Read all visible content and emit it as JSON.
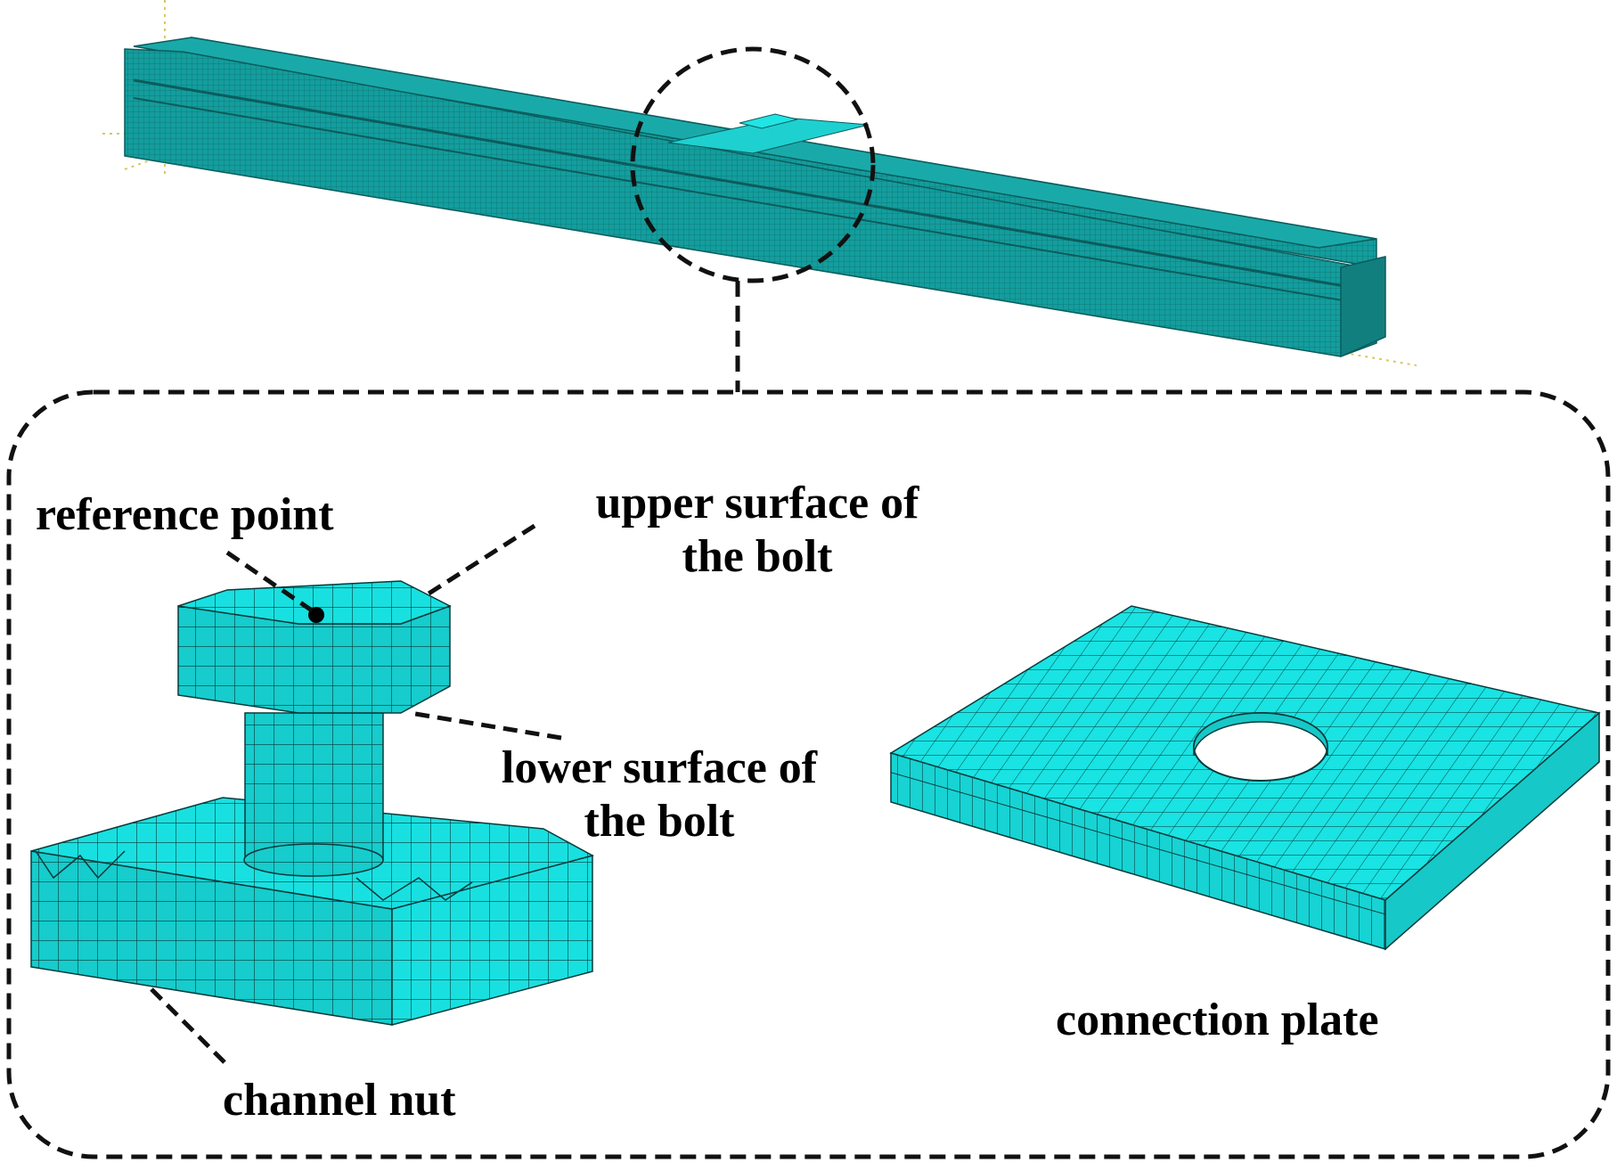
{
  "labels": {
    "reference_point": "reference point",
    "upper_surface_line1": "upper surface of",
    "upper_surface_line2": "the bolt",
    "lower_surface_line1": "lower surface of",
    "lower_surface_line2": "the bolt",
    "channel_nut": "channel nut",
    "connection_plate": "connection plate"
  },
  "colors": {
    "mesh_fill_dark": "#139a9a",
    "mesh_fill": "#19e0e0",
    "mesh_line": "#0a3a3a",
    "callout": "#000000",
    "datum_lines": "#d8c860"
  },
  "icons": {
    "reference_point_marker": "filled-circle"
  }
}
